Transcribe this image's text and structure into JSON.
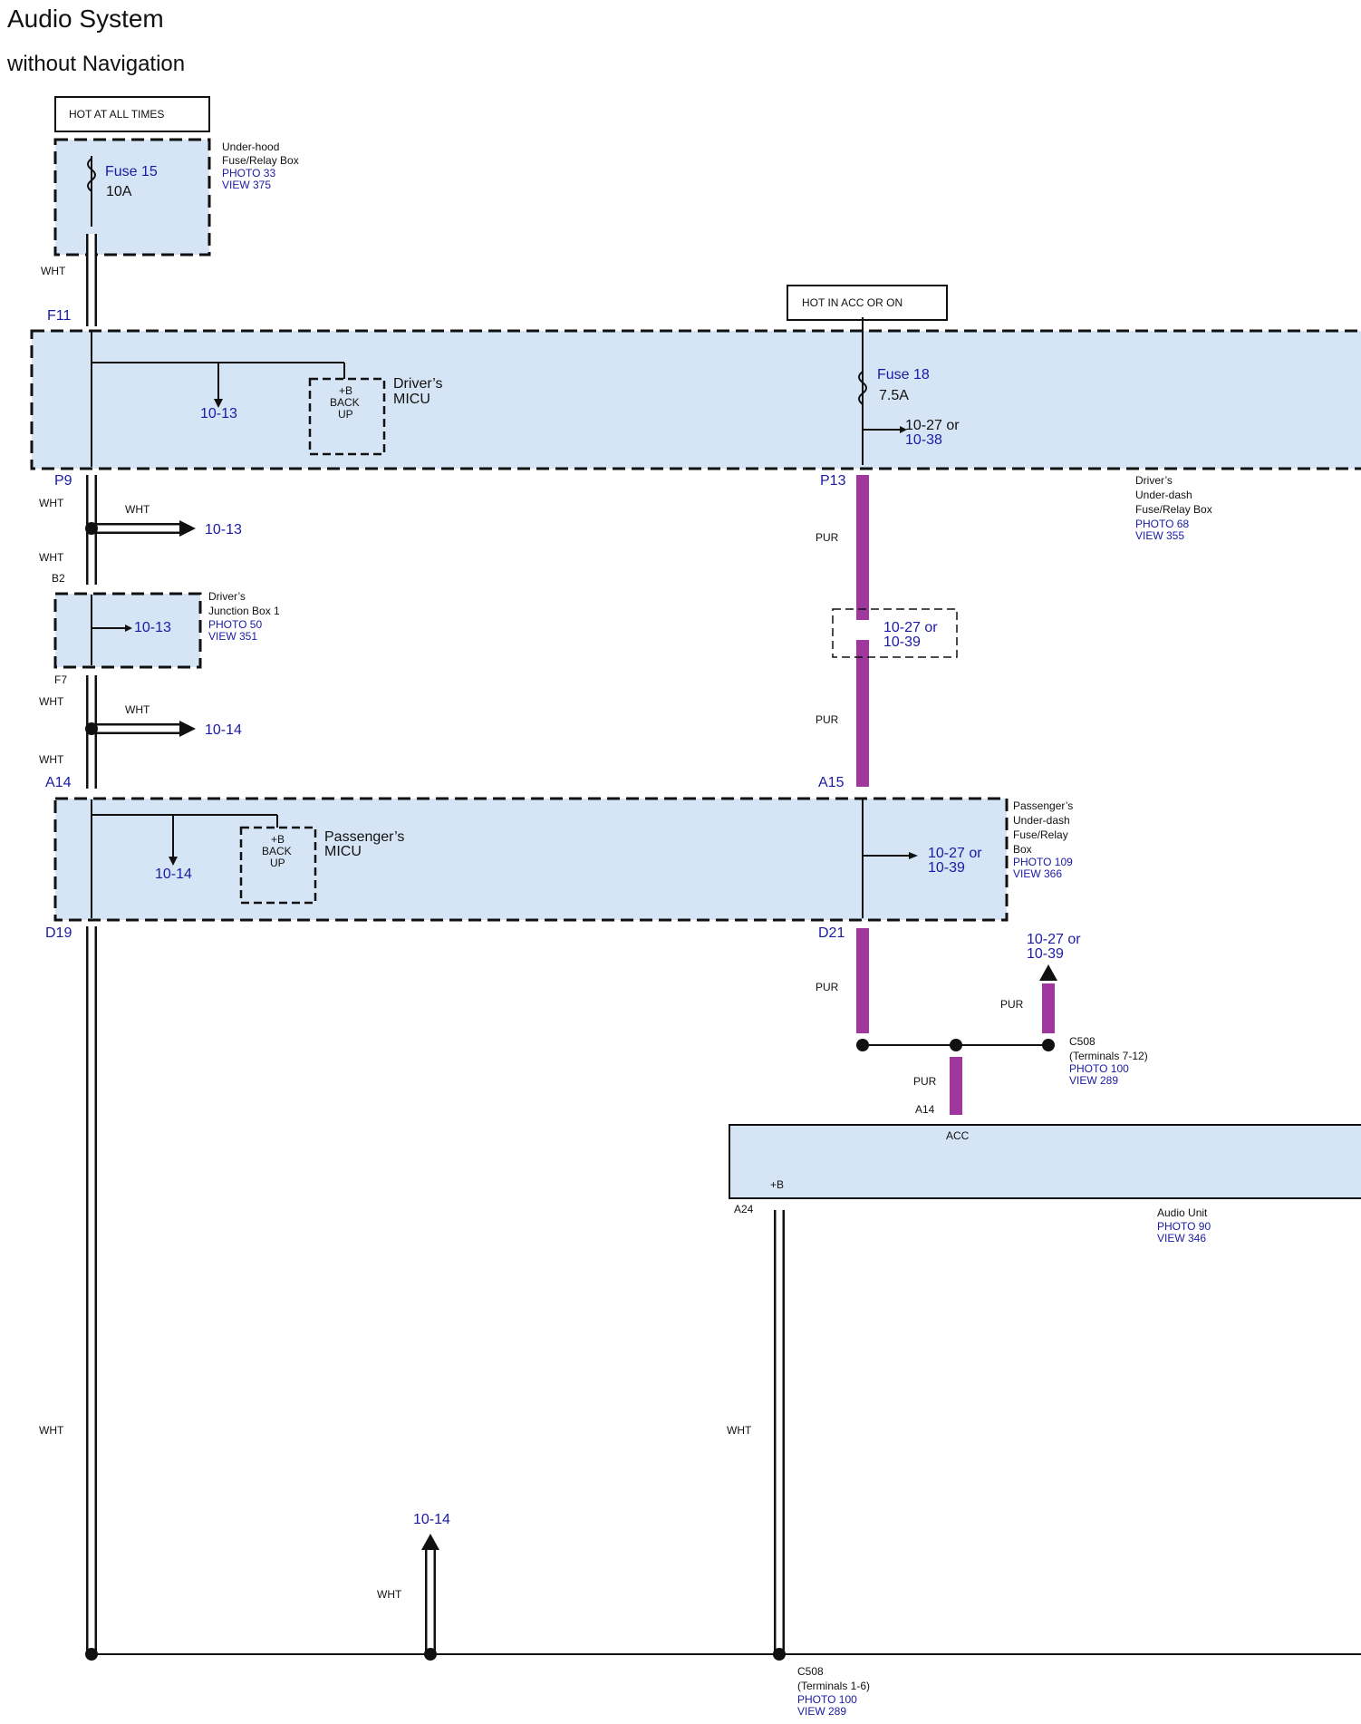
{
  "title": "Audio System",
  "subtitle": "without Navigation",
  "hot_at_all_times": "HOT AT ALL TIMES",
  "hot_in_acc_or_on": "HOT IN ACC OR ON",
  "underhood": {
    "name_1": "Under-hood",
    "name_2": "Fuse/Relay Box",
    "photo": "PHOTO 33",
    "view": "VIEW 375",
    "fuse": "Fuse 15",
    "amps": "10A"
  },
  "drivers_underdash": {
    "name_1": "Driver’s",
    "name_2": "Under-dash",
    "name_3": "Fuse/Relay Box",
    "photo": "PHOTO 68",
    "view": "VIEW 355",
    "fuse": "Fuse 18",
    "amps": "7.5A",
    "ref_left": "10-13",
    "ref_right_1": "10-27 or",
    "ref_right_2": "10-38",
    "micu_1": "Driver’s",
    "micu_2": "MICU",
    "backup_1": "+B",
    "backup_2": "BACK",
    "backup_3": "UP"
  },
  "junction_box": {
    "name_1": "Driver’s",
    "name_2": "Junction Box 1",
    "photo": "PHOTO 50",
    "view": "VIEW 351",
    "ref": "10-13"
  },
  "passengers_underdash": {
    "name_1": "Passenger’s",
    "name_2": "Under-dash",
    "name_3": "Fuse/Relay",
    "name_4": "Box",
    "photo": "PHOTO 109",
    "view": "VIEW 366",
    "ref_left": "10-14",
    "ref_right_1": "10-27 or",
    "ref_right_2": "10-39",
    "micu_1": "Passenger’s",
    "micu_2": "MICU",
    "backup_1": "+B",
    "backup_2": "BACK",
    "backup_3": "UP"
  },
  "audio_unit": {
    "name": "Audio Unit",
    "photo": "PHOTO 90",
    "view": "VIEW 346",
    "acc": "ACC",
    "plus_b": "+B"
  },
  "c508_top": {
    "name": "C508",
    "terminals": "(Terminals 7-12)",
    "photo": "PHOTO 100",
    "view": "VIEW 289"
  },
  "c508_bottom": {
    "name": "C508",
    "terminals": "(Terminals 1-6)",
    "photo": "PHOTO 100",
    "view": "VIEW 289"
  },
  "terminals": {
    "f11": "F11",
    "p9": "P9",
    "b2": "B2",
    "f7": "F7",
    "a14_left": "A14",
    "d19": "D19",
    "p13": "P13",
    "a15": "A15",
    "d21": "D21",
    "a14_audio": "A14",
    "a24": "A24"
  },
  "wires": {
    "wht": "WHT",
    "pur": "PUR"
  },
  "refs": {
    "branch_1013": "10-13",
    "branch_1014": "10-14",
    "mid_1": "10-27 or",
    "mid_2": "10-39",
    "c508_up_1": "10-27 or",
    "c508_up_2": "10-39",
    "bottom_1014": "10-14"
  }
}
